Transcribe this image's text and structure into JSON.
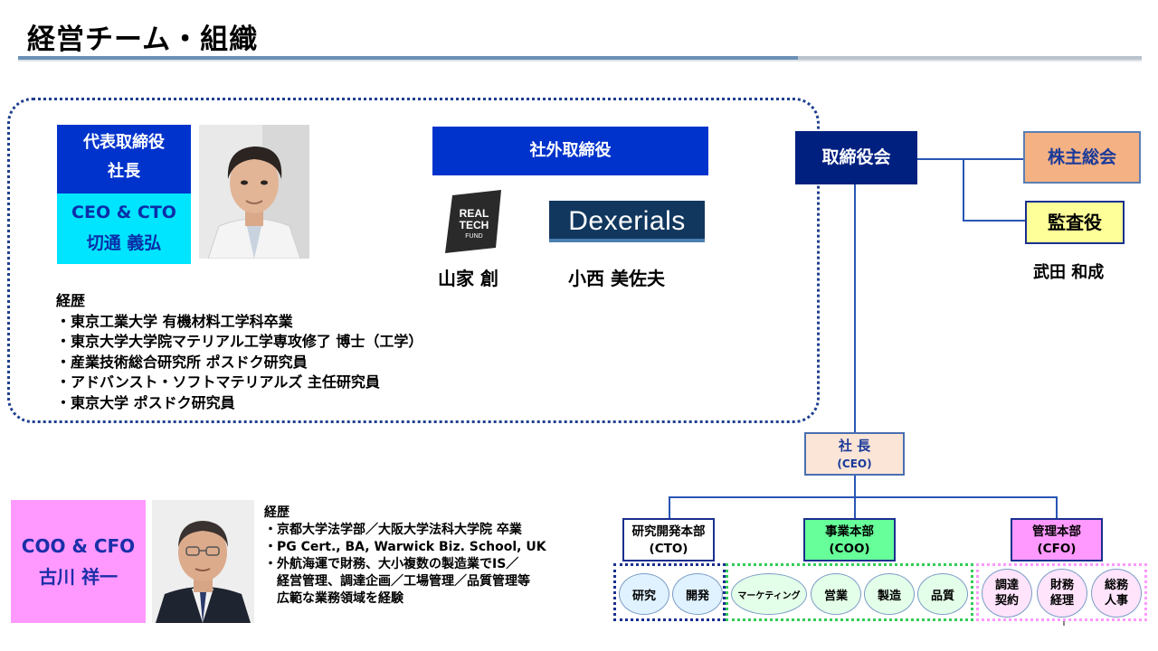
{
  "title": "経営チーム・組織",
  "ceo": {
    "role_line1": "代表取締役",
    "role_line2": "社長",
    "title_line": "CEO & CTO",
    "name": "切通 義弘",
    "career_heading": "経歴",
    "career": [
      "・東京工業大学 有機材料工学科卒業",
      "・東京大学大学院マテリアル工学専攻修了 博士（工学）",
      "・産業技術総合研究所 ポスドク研究員",
      "・アドバンスト・ソフトマテリアルズ 主任研究員",
      "・東京大学 ポスドク研究員"
    ]
  },
  "outside_directors": {
    "label": "社外取締役",
    "members": [
      {
        "logo_text": [
          "REAL",
          "TECH",
          "FUND"
        ],
        "name": "山家 創"
      },
      {
        "logo_text": [
          "Dexerials"
        ],
        "name": "小西 美佐夫"
      }
    ]
  },
  "board": {
    "label": "取締役会",
    "shareholders": "株主総会",
    "auditor": "監査役",
    "auditor_name": "武田 和成"
  },
  "org": {
    "president_line1": "社 長",
    "president_line2": "(CEO)",
    "departments": [
      {
        "line1": "研究開発本部",
        "line2": "(CTO)",
        "units": [
          "研究",
          "開発"
        ]
      },
      {
        "line1": "事業本部",
        "line2": "(COO)",
        "units": [
          "マーケティング",
          "営業",
          "製造",
          "品質"
        ]
      },
      {
        "line1": "管理本部",
        "line2": "(CFO)",
        "units": [
          [
            "調達",
            "契約"
          ],
          [
            "財務",
            "経理"
          ],
          [
            "総務",
            "人事"
          ]
        ]
      }
    ]
  },
  "coo": {
    "title_line": "COO & CFO",
    "name": "古川 祥一",
    "career_heading": "経歴",
    "career": [
      "・京都大学法学部／大阪大学法科大学院 卒業",
      "・PG Cert., BA, Warwick Biz. School, UK",
      "・外航海運で財務、大小複数の製造業でIS／",
      "　経営管理、調達企画／工場管理／品質管理等",
      "　広範な業務領域を経験"
    ]
  },
  "colors": {
    "navy": "#002080",
    "blue": "#0033cc",
    "cyan": "#00e5ff",
    "peach": "#f4b183",
    "yellow": "#ffff99",
    "pink": "#ff99ff",
    "cream": "#fbe5d6"
  }
}
